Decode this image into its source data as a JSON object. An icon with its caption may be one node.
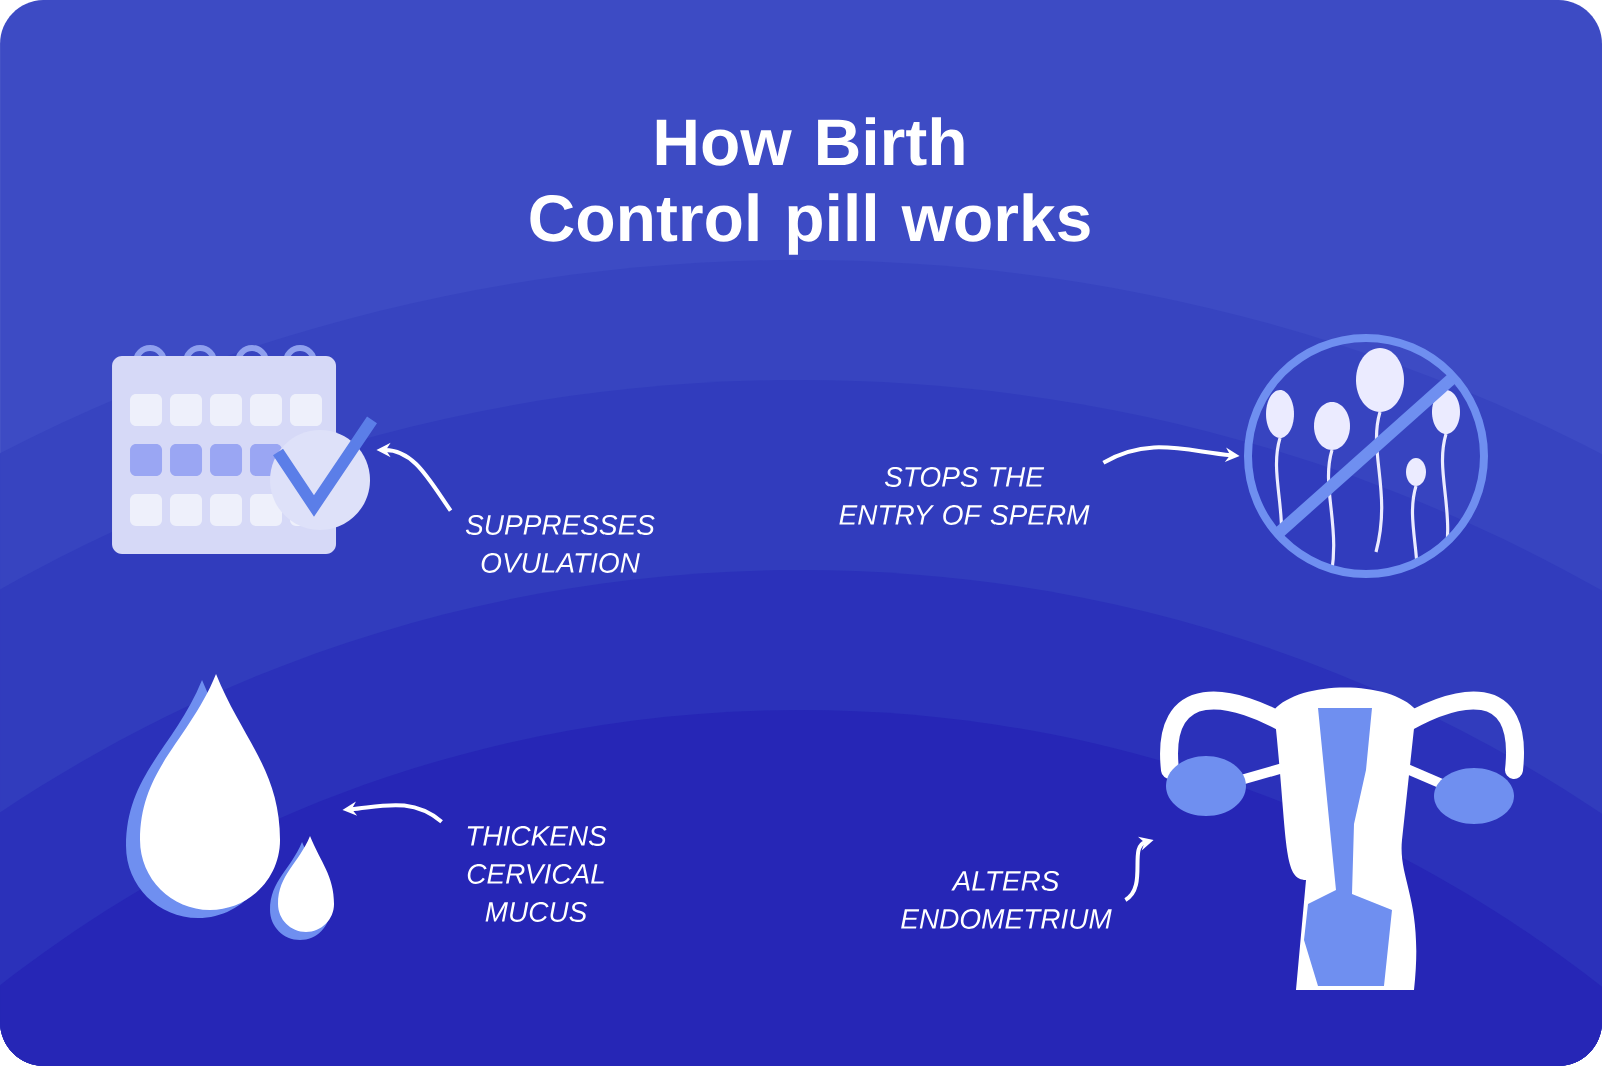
{
  "diagram": {
    "title": "How Birth Control pill works",
    "nodes": [
      {
        "text": [],
        "shape": "picture"
      },
      {
        "text": [
          "SUPPRESSES OVULATION"
        ]
      },
      {
        "text": [
          "STOPS THE ENTRY OF SPERM"
        ]
      },
      {
        "text": [],
        "shape": "picture"
      },
      {
        "text": [],
        "shape": "picture"
      },
      {
        "text": [
          "THICKENS CERVICAL MUCUS"
        ]
      },
      {
        "text": [
          "ALTERS ENDOMETRIUM"
        ]
      },
      {
        "text": [],
        "shape": "picture"
      }
    ],
    "edges": [
      {
        "from": 1,
        "to": 0,
        "arrow": "to"
      },
      {
        "from": 2,
        "to": 3,
        "arrow": "to"
      },
      {
        "from": 5,
        "to": 4,
        "arrow": "to"
      },
      {
        "from": 6,
        "to": 7,
        "arrow": "to"
      }
    ]
  }
}
